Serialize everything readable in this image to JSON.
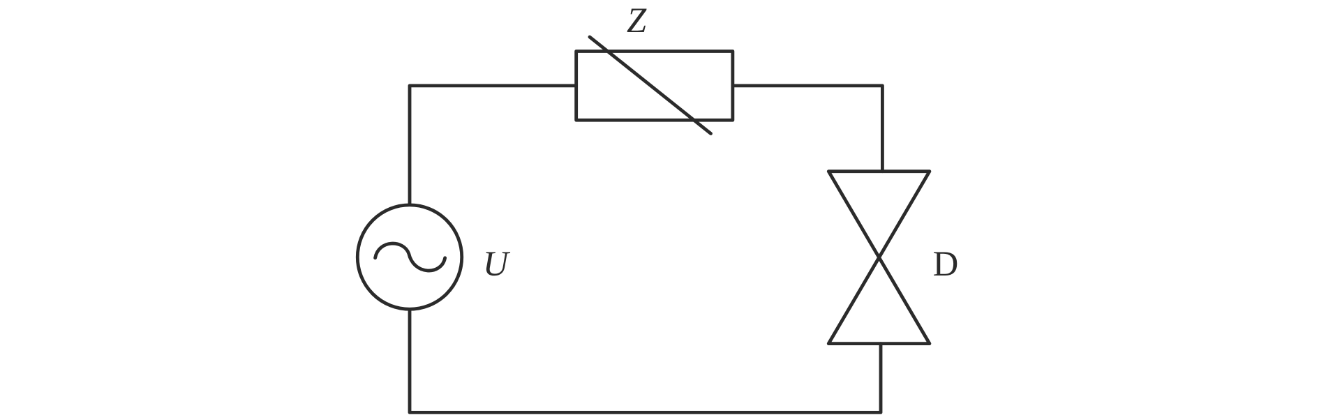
{
  "diagram": {
    "type": "circuit",
    "components": [
      {
        "id": "source",
        "label": "U",
        "kind": "AC voltage source"
      },
      {
        "id": "impedance",
        "label": "Z",
        "kind": "variable impedance"
      },
      {
        "id": "device",
        "label": "D",
        "kind": "bidirectional element"
      }
    ],
    "stroke_color": "#2b2b2b"
  }
}
